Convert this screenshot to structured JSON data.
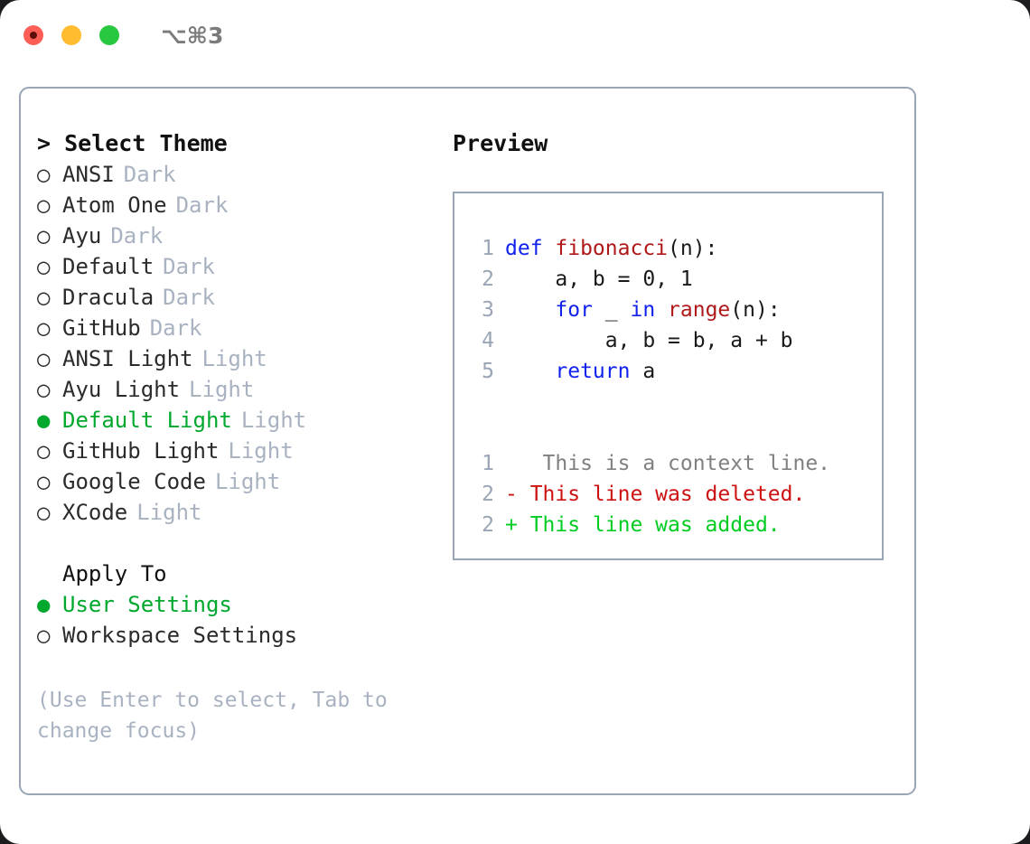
{
  "titlebar": {
    "shortcut": "⌥⌘3",
    "lights": [
      "close-red",
      "minimize-yellow",
      "maximize-green"
    ]
  },
  "theme_panel": {
    "heading": "> Select Theme",
    "marker_unselected": "○",
    "marker_selected": "●",
    "items": [
      {
        "label": "ANSI",
        "tag": "Dark",
        "selected": false
      },
      {
        "label": "Atom One",
        "tag": "Dark",
        "selected": false
      },
      {
        "label": "Ayu",
        "tag": "Dark",
        "selected": false
      },
      {
        "label": "Default",
        "tag": "Dark",
        "selected": false
      },
      {
        "label": "Dracula",
        "tag": "Dark",
        "selected": false
      },
      {
        "label": "GitHub",
        "tag": "Dark",
        "selected": false
      },
      {
        "label": "ANSI Light",
        "tag": "Light",
        "selected": false
      },
      {
        "label": "Ayu Light",
        "tag": "Light",
        "selected": false
      },
      {
        "label": "Default Light",
        "tag": "Light",
        "selected": true
      },
      {
        "label": "GitHub Light",
        "tag": "Light",
        "selected": false
      },
      {
        "label": "Google Code",
        "tag": "Light",
        "selected": false
      },
      {
        "label": "XCode",
        "tag": "Light",
        "selected": false
      }
    ]
  },
  "apply_to": {
    "heading": "Apply To",
    "options": [
      {
        "label": "User Settings",
        "selected": true
      },
      {
        "label": "Workspace Settings",
        "selected": false
      }
    ]
  },
  "hint": "(Use Enter to select, Tab to change focus)",
  "preview": {
    "heading": "Preview",
    "code_lines": [
      {
        "no": "1",
        "tokens": [
          {
            "t": "def ",
            "c": "kw"
          },
          {
            "t": "fibonacci",
            "c": "fn"
          },
          {
            "t": "(n):",
            "c": "txt"
          }
        ]
      },
      {
        "no": "2",
        "tokens": [
          {
            "t": "    a, b = 0, 1",
            "c": "txt"
          }
        ]
      },
      {
        "no": "3",
        "tokens": [
          {
            "t": "    ",
            "c": "txt"
          },
          {
            "t": "for",
            "c": "kw"
          },
          {
            "t": " _ ",
            "c": "txt"
          },
          {
            "t": "in",
            "c": "kw"
          },
          {
            "t": " ",
            "c": "txt"
          },
          {
            "t": "range",
            "c": "fn"
          },
          {
            "t": "(n):",
            "c": "txt"
          }
        ]
      },
      {
        "no": "4",
        "tokens": [
          {
            "t": "        a, b = b, a + b",
            "c": "txt"
          }
        ]
      },
      {
        "no": "5",
        "tokens": [
          {
            "t": "    ",
            "c": "txt"
          },
          {
            "t": "return",
            "c": "kw"
          },
          {
            "t": " a",
            "c": "txt"
          }
        ]
      }
    ],
    "diff_lines": [
      {
        "no": "1",
        "sign": " ",
        "text": "  This is a context line.",
        "kind": "ctx"
      },
      {
        "no": "2",
        "sign": "-",
        "text": " This line was deleted.",
        "kind": "del"
      },
      {
        "no": "2",
        "sign": "+",
        "text": " This line was added.",
        "kind": "add"
      }
    ]
  },
  "colors": {
    "accent_green": "#00a82d",
    "muted": "#a9b2c1",
    "keyword_blue": "#1122ee",
    "function_red": "#b01919",
    "diff_delete": "#cc1111",
    "diff_add": "#00cc22",
    "border": "#9aa5b5"
  }
}
